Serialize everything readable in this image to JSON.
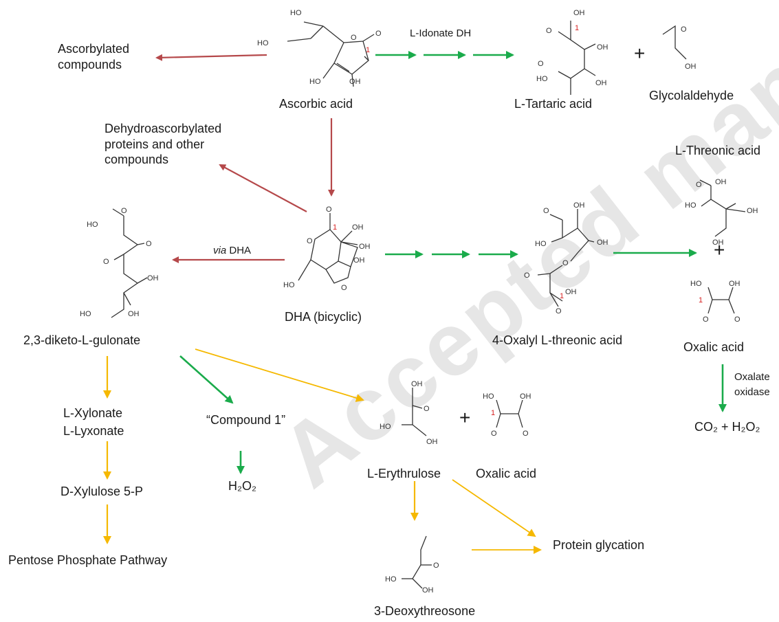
{
  "compounds": {
    "ascorbylated": "Ascorbylated compounds",
    "ascorbic_acid": "Ascorbic acid",
    "tartaric_prefix": "L",
    "tartaric": "-Tartaric acid",
    "glycolaldehyde": "Glycolaldehyde",
    "dehydroascorbylated": "Dehydroascorbylated proteins and other compounds",
    "threonic_prefix": "L",
    "threonic": "-Threonic acid",
    "diketo": "2,3-diketo-L-gulonate",
    "dha": "DHA (bicyclic)",
    "oxalyl": "4-Oxalyl L-threonic acid",
    "oxalic_acid_1": "Oxalic acid",
    "xylonate": "L-Xylonate",
    "lyxonate": "L-Lyxonate",
    "compound1": "“Compound 1”",
    "erythrulose": "L-Erythrulose",
    "oxalic_acid_2": "Oxalic acid",
    "co2_h2o2": "CO₂ + H₂O₂",
    "h2o2": "H₂O₂",
    "xylulose": "D-Xylulose 5-P",
    "pentose": "Pentose Phosphate Pathway",
    "protein_glycation": "Protein glycation",
    "deoxythreosone": "3-Deoxythreosone"
  },
  "edge_labels": {
    "idonate_prefix": "L",
    "idonate": "-Idonate DH",
    "via": "via",
    "via_dha": "DHA",
    "oxalate_oxidase_1": "Oxalate",
    "oxalate_oxidase_2": "oxidase"
  },
  "plus": "+",
  "watermark": "Accepted manuscript",
  "atoms": {
    "ho": "HO",
    "oh": "OH",
    "o": "O",
    "c1": "1"
  },
  "colors": {
    "red_arrow": "#b5484a",
    "green_arrow": "#1aab4b",
    "yellow_arrow": "#f5b800",
    "carbon_label": "#d62020"
  }
}
